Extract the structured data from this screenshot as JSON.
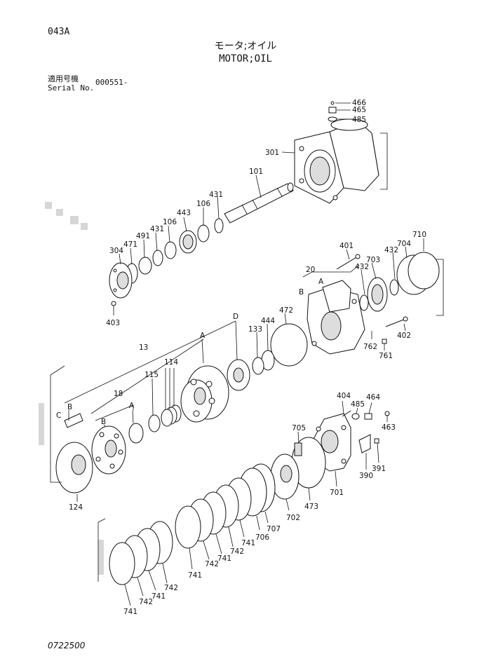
{
  "header": {
    "page_code": "043A",
    "title_jp": "モータ;オイル",
    "title_en": "MOTOR;OIL",
    "serial_label_jp": "適用号機",
    "serial_label_en": "Serial No.",
    "serial_value": "000551-"
  },
  "footer": {
    "code": "0722500"
  },
  "parts": {
    "p466": "466",
    "p465": "465",
    "p485a": "485",
    "p301": "301",
    "p101": "101",
    "p431a": "431",
    "p106a": "106",
    "p443": "443",
    "p106b": "106",
    "p431b": "431",
    "p491": "491",
    "p471": "471",
    "p304": "304",
    "p403": "403",
    "p401": "401",
    "p20": "20",
    "p432a": "432",
    "p703": "703",
    "p432b": "432",
    "p704": "704",
    "p710": "710",
    "p402": "402",
    "p762": "762",
    "p761": "761",
    "p472": "472",
    "p444": "444",
    "p133": "133",
    "p13": "13",
    "p115": "115",
    "p114": "114",
    "p18": "18",
    "p124": "124",
    "p404": "404",
    "p485b": "485",
    "p464": "464",
    "p463": "463",
    "p705": "705",
    "p391": "391",
    "p390": "390",
    "p701": "701",
    "p473": "473",
    "p702": "702",
    "p707": "707",
    "p706": "706",
    "p741a": "741",
    "p742a": "742",
    "p741b": "741",
    "p742b": "742",
    "p741c": "741",
    "p742c": "742",
    "p741d": "741",
    "p742d": "742",
    "p741e": "741"
  },
  "callouts": {
    "A1": "A",
    "A2": "A",
    "A3": "A",
    "B1": "B",
    "B2": "B",
    "B3": "B",
    "C1": "C",
    "D1": "D"
  }
}
